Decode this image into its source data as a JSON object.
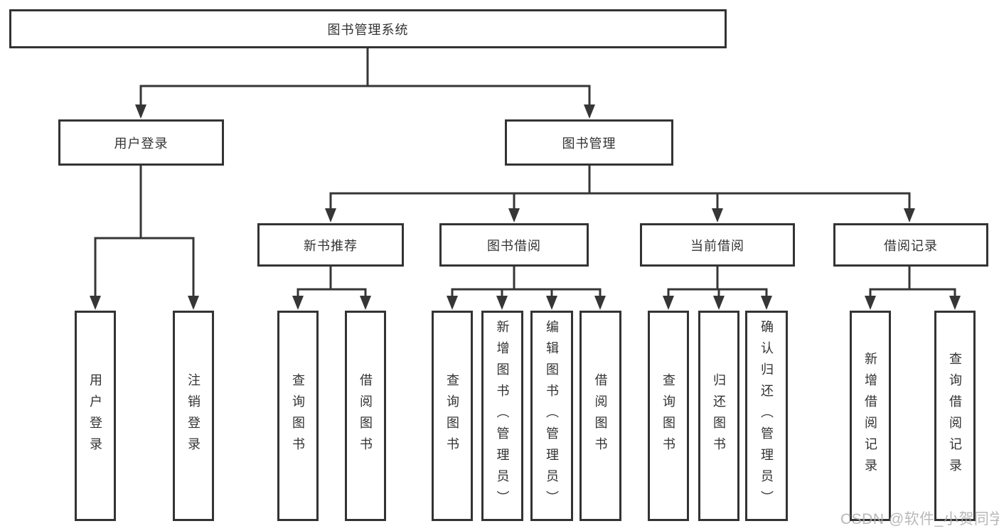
{
  "nodes": {
    "root": "图书管理系统",
    "user_login": "用户登录",
    "book_mgmt": "图书管理",
    "new_books": "新书推荐",
    "book_borrow": "图书借阅",
    "current_borrow": "当前借阅",
    "borrow_records": "借阅记录",
    "leaf_user_login": "用户登录",
    "leaf_logout": "注销登录",
    "leaf_nb_query": "查询图书",
    "leaf_nb_borrow": "借阅图书",
    "leaf_bb_query": "查询图书",
    "leaf_bb_add": "新增图书（管理员）",
    "leaf_bb_edit": "编辑图书（管理员）",
    "leaf_bb_borrow": "借阅图书",
    "leaf_cb_query": "查询图书",
    "leaf_cb_return": "归还图书",
    "leaf_cb_confirm": "确认归还（管理员）",
    "leaf_br_add": "新增借阅记录",
    "leaf_br_query": "查询借阅记录"
  },
  "watermark": {
    "text": "CSDN @软件_小贺同学"
  },
  "colors": {
    "line": "#363636",
    "box_border": "#333333",
    "box_fill": "#ffffff",
    "text": "#333333",
    "watermark": "#acacac",
    "background": "#ffffff"
  }
}
